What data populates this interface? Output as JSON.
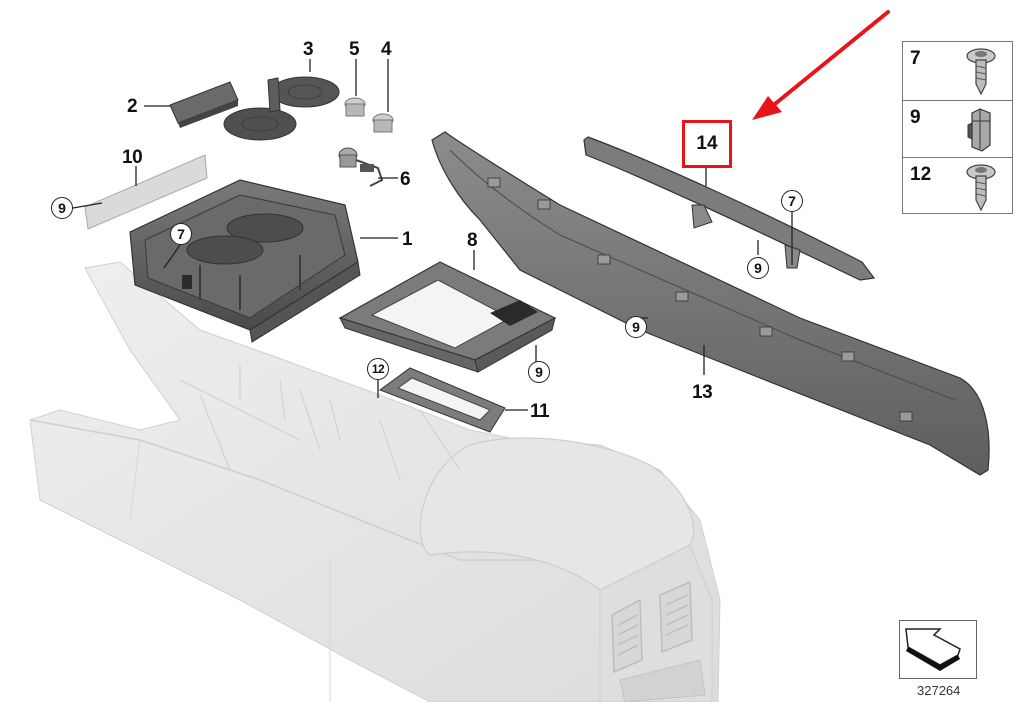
{
  "diagram": {
    "type": "exploded-parts-diagram",
    "subject": "center console trim components",
    "reference_number": "327264",
    "highlighted_part": "14",
    "highlight_color": "#e8141b",
    "arrow_color": "#e8141b"
  },
  "callouts": {
    "p1": "1",
    "p2": "2",
    "p3": "3",
    "p4": "4",
    "p5": "5",
    "p6": "6",
    "p7_cupholder": "7",
    "p7_strip": "7",
    "p8": "8",
    "p9_trimstrip": "9",
    "p9_shiftframe": "9",
    "p9_strip14": "9",
    "p9_panel13": "9",
    "p10": "10",
    "p11": "11",
    "p12": "12",
    "p13": "13",
    "p14": "14"
  },
  "legend": {
    "rows": [
      {
        "number": "7",
        "icon": "screw-flange-icon"
      },
      {
        "number": "9",
        "icon": "clip-nut-icon"
      },
      {
        "number": "12",
        "icon": "screw-flange-icon"
      }
    ]
  }
}
